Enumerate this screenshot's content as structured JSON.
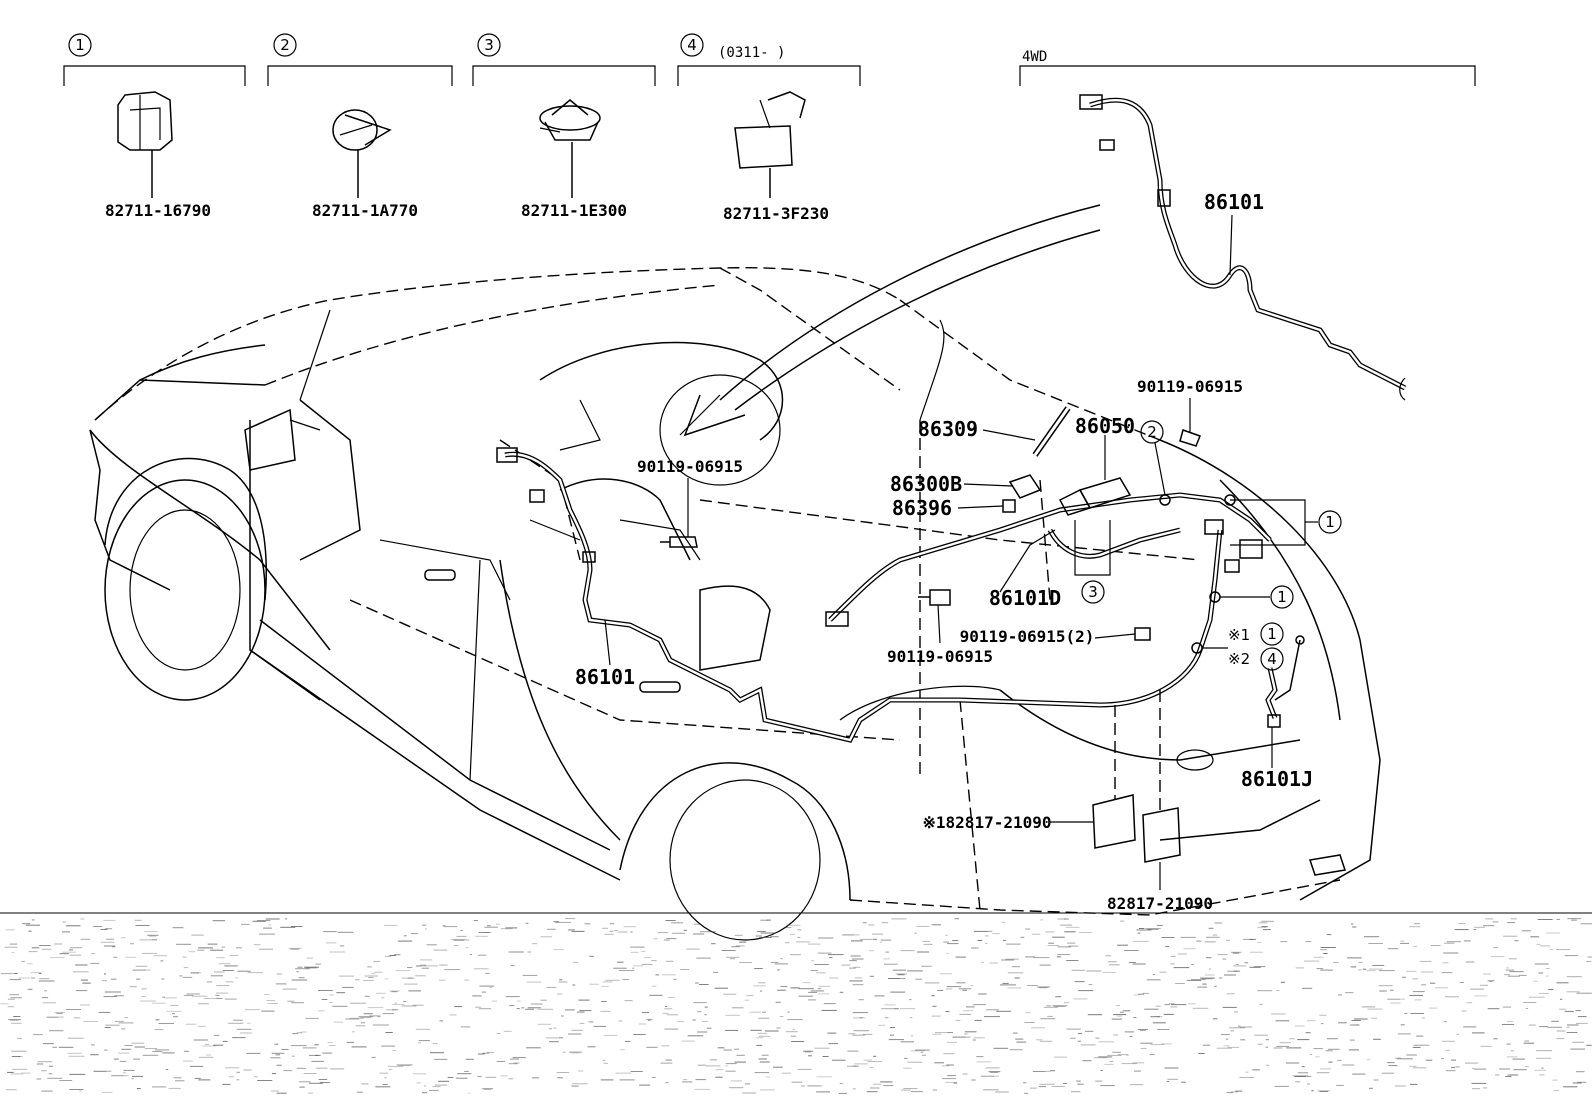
{
  "groups": [
    {
      "index": "1",
      "part": "82711-16790"
    },
    {
      "index": "2",
      "part": "82711-1A770"
    },
    {
      "index": "3",
      "part": "82711-1E300"
    },
    {
      "index": "4",
      "note": "(0311-    )",
      "part": "82711-3F230"
    }
  ],
  "variant": {
    "label": "4WD",
    "part": "86101"
  },
  "callouts": {
    "wire_main": "86101",
    "bolt_dash": "90119-06915",
    "bolt_top_right": "90119-06915",
    "bolt_floor": "90119-06915",
    "bolt_floor_2": "90119-06915(2)",
    "antenna": "86309",
    "amp": "86050",
    "bracket": "86300B",
    "clip": "86396",
    "sub_wire": "86101D",
    "rear_wire": "86101J",
    "plate_1": "※182817-21090",
    "plate_2": "82817-21090",
    "mark1": "※1",
    "mark2": "※2"
  },
  "circle_refs": {
    "c1": "1",
    "c2": "2",
    "c3": "3",
    "c4": "4"
  }
}
